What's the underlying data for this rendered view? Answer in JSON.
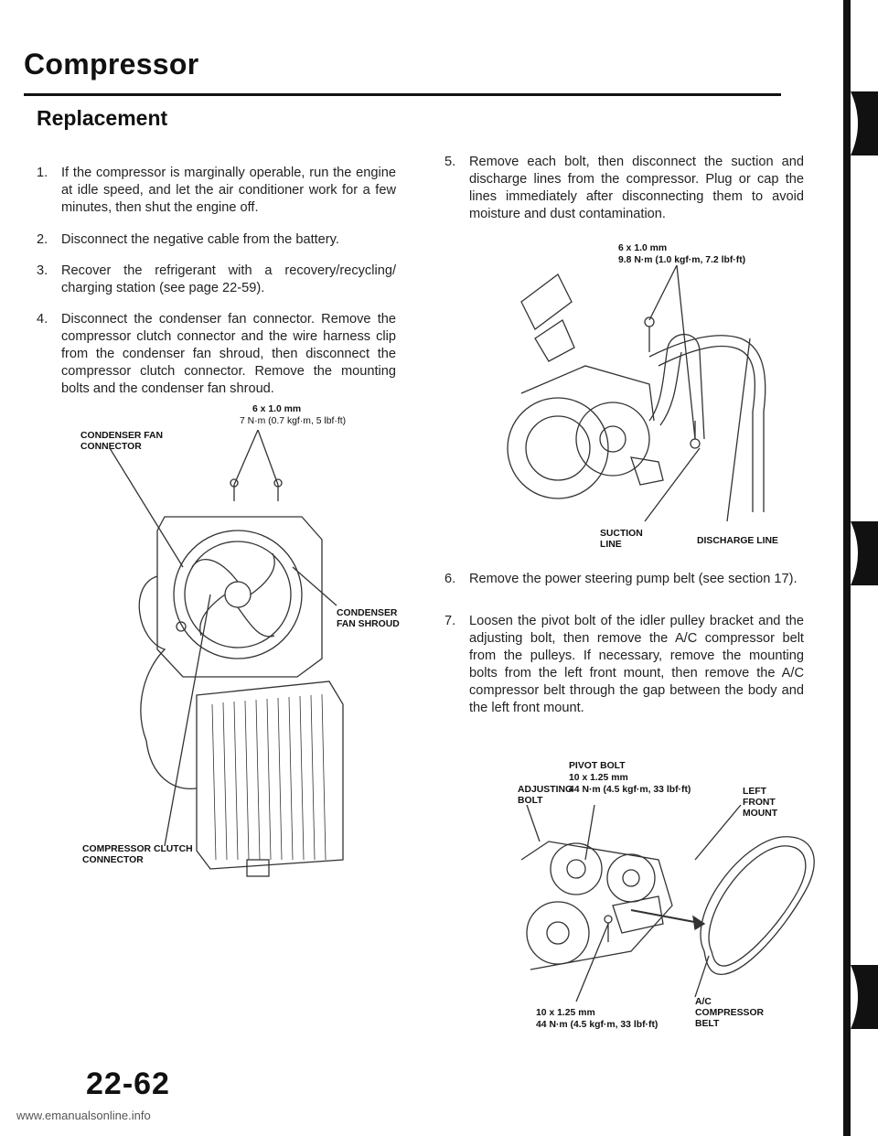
{
  "header": {
    "title": "Compressor",
    "section": "Replacement"
  },
  "steps": [
    {
      "num": "1.",
      "text": "If the compressor is marginally operable, run the engine at idle speed, and let the air conditioner work for a few minutes, then shut the engine off."
    },
    {
      "num": "2.",
      "text": "Disconnect the negative cable from the battery."
    },
    {
      "num": "3.",
      "text": "Recover the refrigerant with a recovery/recycling/ charging station (see page 22-59)."
    },
    {
      "num": "4.",
      "text": "Disconnect the condenser fan connector. Remove the compressor clutch connector and the wire harness clip from the condenser fan shroud, then disconnect the compressor clutch connector. Remove the mounting bolts and the condenser fan shroud."
    },
    {
      "num": "5.",
      "text": "Remove each bolt, then disconnect the suction and discharge lines from the compressor. Plug or cap the lines immediately after disconnecting them to avoid moisture and dust contamination."
    },
    {
      "num": "6.",
      "text": "Remove the power steering pump belt (see section 17)."
    },
    {
      "num": "7.",
      "text": "Loosen the pivot bolt of the idler pulley bracket and the adjusting bolt, then remove the A/C compressor belt from the pulleys. If necessary, remove the mounting bolts from the left front mount, then remove the A/C compressor belt through the gap between the body and the left front mount."
    }
  ],
  "figure1": {
    "bolt_size": "6 x 1.0 mm",
    "torque": "7 N·m (0.7 kgf·m, 5 lbf·ft)",
    "condenser_fan_connector": [
      "CONDENSER FAN",
      "CONNECTOR"
    ],
    "condenser_fan_shroud": [
      "CONDENSER",
      "FAN SHROUD"
    ],
    "compressor_clutch_connector": [
      "COMPRESSOR CLUTCH",
      "CONNECTOR"
    ]
  },
  "figure2": {
    "bolt_size": "6 x 1.0 mm",
    "torque": "9.8 N·m (1.0 kgf·m, 7.2 lbf·ft)",
    "suction_line": [
      "SUCTION",
      "LINE"
    ],
    "discharge_line": "DISCHARGE LINE"
  },
  "figure3": {
    "pivot_bolt": "PIVOT BOLT",
    "pivot_size": "10 x 1.25 mm",
    "pivot_torque": "44 N·m (4.5 kgf·m, 33 lbf·ft)",
    "adjusting_bolt": [
      "ADJUSTING",
      "BOLT"
    ],
    "left_front_mount": [
      "LEFT",
      "FRONT",
      "MOUNT"
    ],
    "mount_size": "10 x 1.25 mm",
    "mount_torque": "44 N·m (4.5 kgf·m, 33 lbf·ft)",
    "ac_compressor_belt": [
      "A/C",
      "COMPRESSOR",
      "BELT"
    ]
  },
  "footer": {
    "page_number": "22-62",
    "url": "www.emanualsonline.info"
  }
}
